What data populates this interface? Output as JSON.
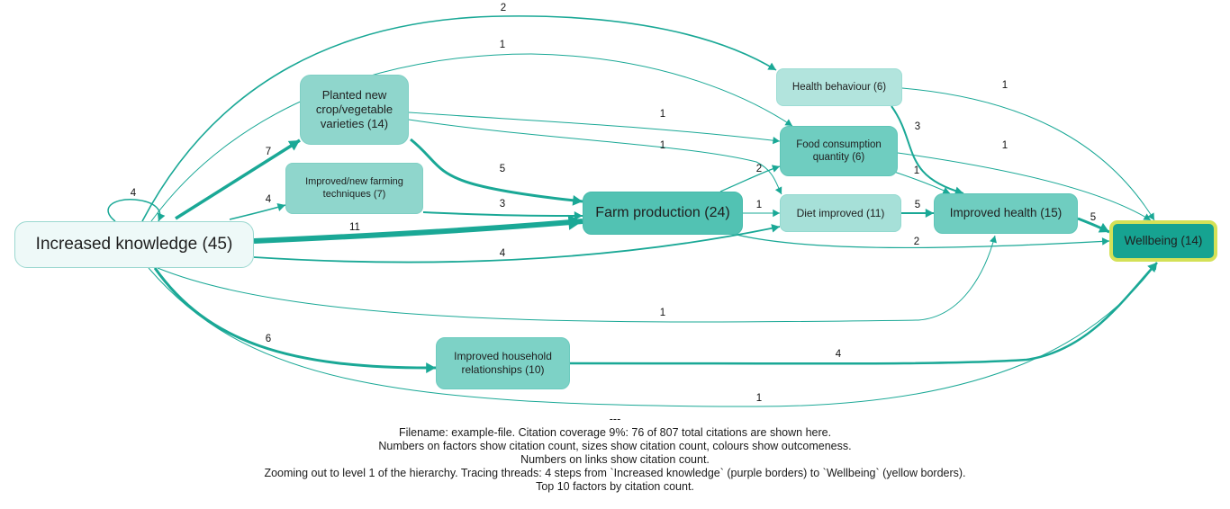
{
  "diagram": {
    "nodes": [
      {
        "id": "ik",
        "label": "Increased knowledge (45)",
        "fill": "#eef9f8",
        "border": "#9bd8d0"
      },
      {
        "id": "pn",
        "label": "Planted new crop/vegetable varieties (14)",
        "fill": "#8fd6cc",
        "border": "#7fcfc4"
      },
      {
        "id": "it",
        "label": "Improved/new farming techniques (7)",
        "fill": "#8fd6cc",
        "border": "#7fcfc4"
      },
      {
        "id": "fp",
        "label": "Farm production (24)",
        "fill": "#52c2b3",
        "border": "#46baab"
      },
      {
        "id": "hb",
        "label": "Health behaviour (6)",
        "fill": "#b2e4dd",
        "border": "#9dddd4"
      },
      {
        "id": "fc",
        "label": "Food consumption quantity (6)",
        "fill": "#6fcdc0",
        "border": "#5fc6b8"
      },
      {
        "id": "di",
        "label": "Diet improved (11)",
        "fill": "#a6e0d8",
        "border": "#92d9cf"
      },
      {
        "id": "ih",
        "label": "Improved health (15)",
        "fill": "#6fcdc0",
        "border": "#5fc6b8"
      },
      {
        "id": "wb",
        "label": "Wellbeing (14)",
        "fill": "#16a391",
        "border": "#d4e157"
      },
      {
        "id": "hr",
        "label": "Improved household relationships (10)",
        "fill": "#7dd2c6",
        "border": "#6ccbbf"
      }
    ],
    "edges": [
      {
        "from": "ik",
        "to": "ik",
        "label": "4"
      },
      {
        "from": "ik",
        "to": "pn",
        "label": "7"
      },
      {
        "from": "ik",
        "to": "it",
        "label": "4"
      },
      {
        "from": "ik",
        "to": "fp",
        "label": "11"
      },
      {
        "from": "ik",
        "to": "di",
        "label": "4"
      },
      {
        "from": "ik",
        "to": "hb",
        "label": "2"
      },
      {
        "from": "ik",
        "to": "fc",
        "label": "1"
      },
      {
        "from": "ik",
        "to": "ih",
        "label": "1"
      },
      {
        "from": "ik",
        "to": "hr",
        "label": "6"
      },
      {
        "from": "ik",
        "to": "wb",
        "label": "1"
      },
      {
        "from": "pn",
        "to": "fp",
        "label": "5"
      },
      {
        "from": "pn",
        "to": "fc",
        "label": "1"
      },
      {
        "from": "pn",
        "to": "di",
        "label": "1"
      },
      {
        "from": "it",
        "to": "fp",
        "label": "3"
      },
      {
        "from": "fp",
        "to": "fc",
        "label": "2"
      },
      {
        "from": "fp",
        "to": "di",
        "label": "1"
      },
      {
        "from": "fp",
        "to": "wb",
        "label": "2"
      },
      {
        "from": "hb",
        "to": "ih",
        "label": "3"
      },
      {
        "from": "hb",
        "to": "wb",
        "label": "1"
      },
      {
        "from": "fc",
        "to": "ih",
        "label": "1"
      },
      {
        "from": "fc",
        "to": "wb",
        "label": "1"
      },
      {
        "from": "di",
        "to": "ih",
        "label": "5"
      },
      {
        "from": "ih",
        "to": "wb",
        "label": "5"
      },
      {
        "from": "hr",
        "to": "wb",
        "label": "4"
      }
    ],
    "edge_color": "#1aa896"
  },
  "caption": {
    "separator": "---",
    "line1": "Filename: example-file. Citation coverage 9%: 76 of 807 total citations are shown here.",
    "line2": "Numbers on factors show citation count, sizes show citation count, colours show outcomeness.",
    "line3": "Numbers on links show citation count.",
    "line4": "Zooming out to level 1 of the hierarchy. Tracing threads: 4 steps from `Increased knowledge` (purple borders) to `Wellbeing` (yellow borders).",
    "line5": "Top 10 factors by citation count."
  }
}
